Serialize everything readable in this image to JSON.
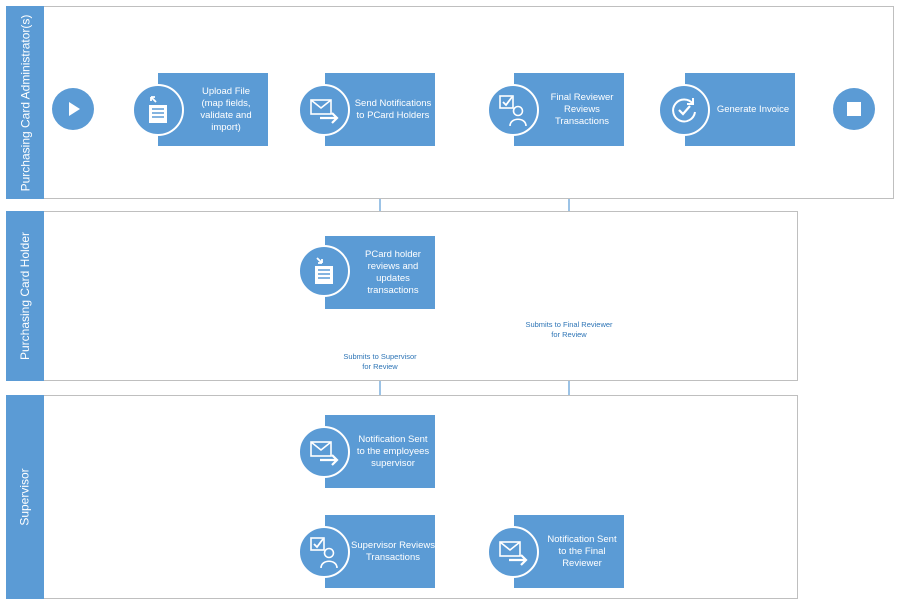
{
  "lanes": {
    "admin": "Purchasing Card Administrator(s)",
    "holder": "Purchasing Card Holder",
    "supervisor": "Supervisor"
  },
  "tasks": {
    "upload": "Upload File\n(map fields,\nvalidate and\nimport)",
    "send_notifications": "Send Notifications\nto PCard Holders",
    "final_reviewer": "Final Reviewer\nReviews\nTransactions",
    "generate_invoice": "Generate Invoice",
    "holder_reviews": "PCard holder\nreviews and\nupdates\ntransactions",
    "notification_supervisor": "Notification Sent\nto the employees\nsupervisor",
    "supervisor_reviews": "Supervisor Reviews\nTransactions",
    "notification_final": "Notification Sent\nto the Final\nReviewer"
  },
  "flow_labels": {
    "submits_supervisor": "Submits to Supervisor\nfor Review",
    "submits_final": "Submits to Final Reviewer\nfor Review"
  },
  "icons": {
    "upload": "document-upload-icon",
    "send_notifications": "mail-forward-icon",
    "final_reviewer": "reviewer-user-icon",
    "generate_invoice": "refresh-check-icon",
    "holder_reviews": "document-download-icon",
    "notification_supervisor": "mail-forward-icon",
    "supervisor_reviews": "reviewer-user-icon",
    "notification_final": "mail-forward-icon"
  },
  "colors": {
    "accent": "#5b9bd5",
    "line": "#5b9bd5",
    "label_text": "#2e75b6",
    "lane_border": "#bfbfbf"
  }
}
